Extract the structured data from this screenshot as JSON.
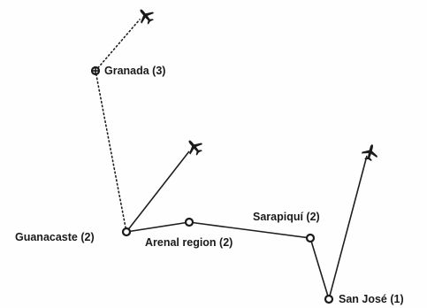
{
  "map": {
    "stops": [
      {
        "id": "granada",
        "label": "Granada (3)"
      },
      {
        "id": "guanacaste",
        "label": "Guanacaste (2)"
      },
      {
        "id": "arenal",
        "label": "Arenal region (2)"
      },
      {
        "id": "sarapiqui",
        "label": "Sarapiquí (2)"
      },
      {
        "id": "sanjose",
        "label": "San José (1)"
      }
    ],
    "legs": [
      {
        "from": "granada",
        "to": "flight-top",
        "style": "dotted"
      },
      {
        "from": "guanacaste",
        "to": "granada",
        "style": "dotted"
      },
      {
        "from": "guanacaste",
        "to": "flight-mid",
        "style": "solid"
      },
      {
        "from": "guanacaste",
        "to": "arenal",
        "style": "solid"
      },
      {
        "from": "arenal",
        "to": "sarapiqui",
        "style": "solid"
      },
      {
        "from": "sarapiqui",
        "to": "sanjose",
        "style": "solid"
      },
      {
        "from": "sanjose",
        "to": "flight-right",
        "style": "solid"
      }
    ],
    "icons": [
      "airplane-icon",
      "airplane-icon",
      "airplane-icon"
    ],
    "colors": {
      "ink": "#1a1a1a",
      "background": "#fefefe"
    }
  }
}
